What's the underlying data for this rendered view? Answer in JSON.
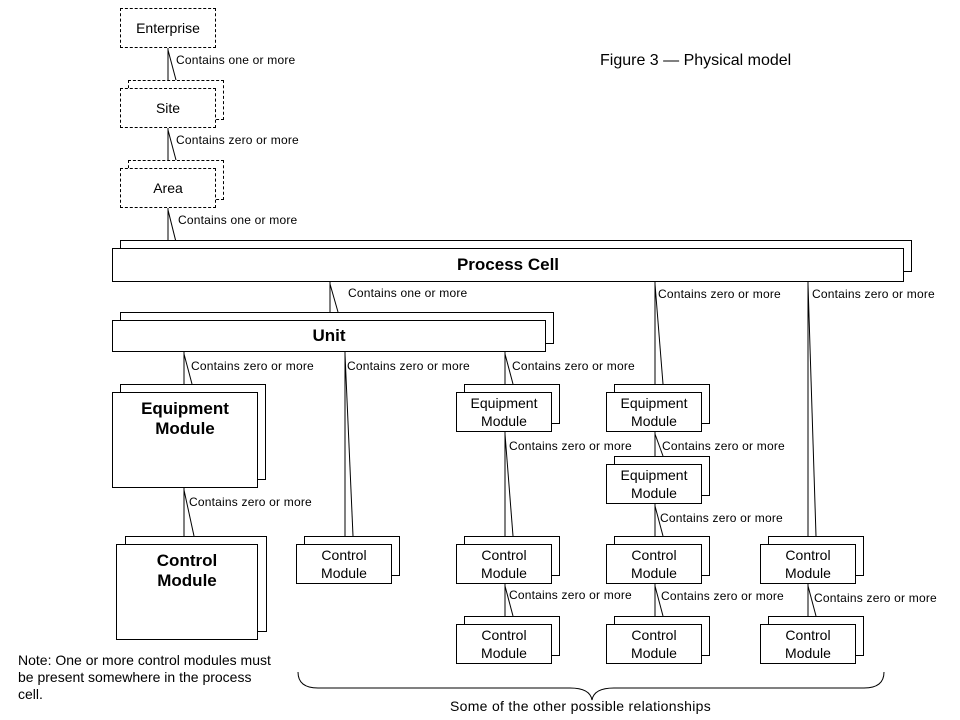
{
  "figure": {
    "title": "Figure 3 — Physical model"
  },
  "nodes": {
    "enterprise": "Enterprise",
    "site": "Site",
    "area": "Area",
    "process_cell": "Process Cell",
    "unit": "Unit",
    "equipment_module_main": "Equipment\nModule",
    "control_module_main": "Control\nModule",
    "equipment_module_small": "Equipment\nModule",
    "control_module_small": "Control\nModule"
  },
  "relations": {
    "contains_one_or_more": "Contains one or more",
    "contains_zero_or_more": "Contains zero or more"
  },
  "note": "Note: One or more control modules must be present somewhere in the process cell.",
  "brace_label": "Some of the other possible relationships"
}
